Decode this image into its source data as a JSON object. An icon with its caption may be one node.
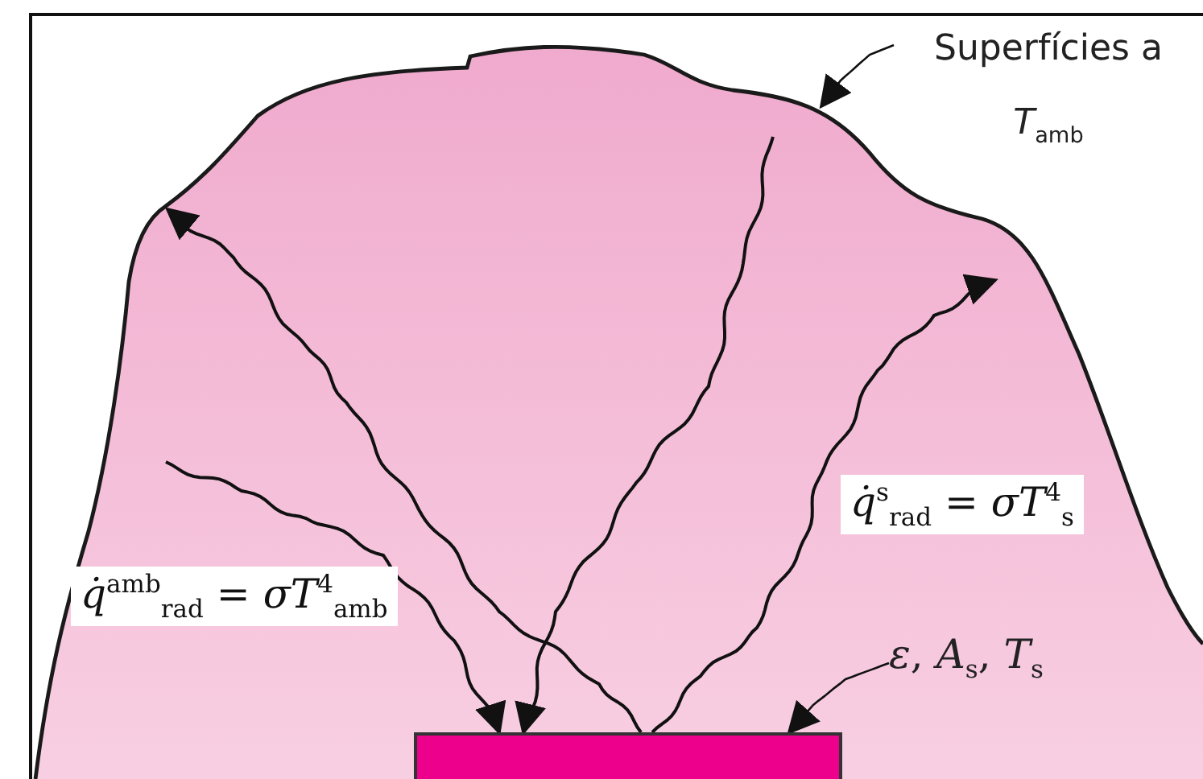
{
  "diagram": {
    "nodes": [
      {
        "text": [
          "Superfícies a *T*$_{amb}$"
        ]
      },
      {
        "text": [],
        "shape": "cloud"
      },
      {
        "text": [
          "*ε*, *A*$_{s}$, *T*$_{s}$"
        ],
        "in": 1
      },
      {
        "text": [],
        "shape": "box"
      }
    ],
    "edges": [
      {
        "from": 0,
        "to": 1,
        "arrow": "to"
      },
      {
        "from": 2,
        "to": 3,
        "arrow": "to"
      },
      {
        "from": null,
        "to": 3,
        "arrow": "to"
      },
      {
        "from": null,
        "to": 3,
        "arrow": "to"
      },
      {
        "from": 3,
        "to": 1,
        "arrow": "to"
      },
      {
        "from": 3,
        "to": 1,
        "arrow": "to"
      }
    ],
    "labels": [
      "*q̇*$^{amb}$$_{rad}$ = *σT*$^{4}$$_{amb}$",
      "*q̇*$^{s}$$_{rad}$ = *σT*$^{4}$$_{s}$"
    ]
  }
}
